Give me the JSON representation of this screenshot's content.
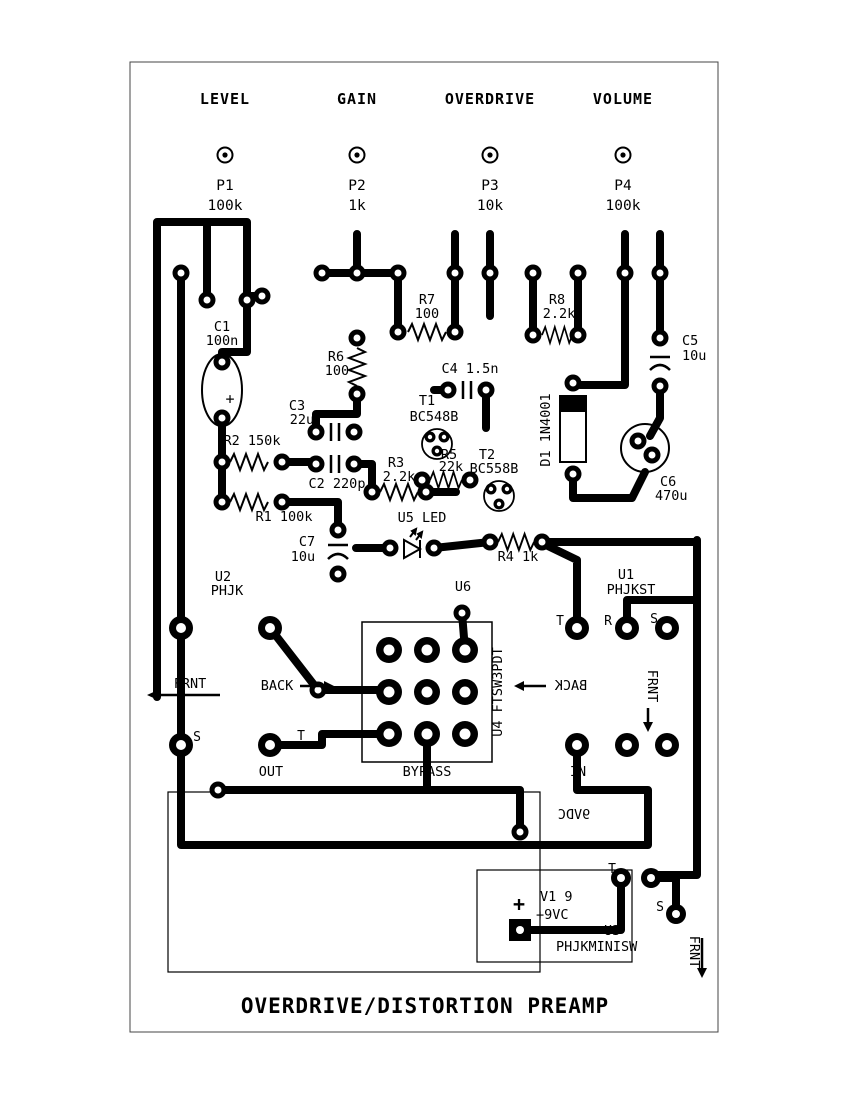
{
  "title": "OVERDRIVE/DISTORTION PREAMP",
  "pots": [
    {
      "func": "LEVEL",
      "ref": "P1",
      "value": "100k"
    },
    {
      "func": "GAIN",
      "ref": "P2",
      "value": "1k"
    },
    {
      "func": "OVERDRIVE",
      "ref": "P3",
      "value": "10k"
    },
    {
      "func": "VOLUME",
      "ref": "P4",
      "value": "100k"
    }
  ],
  "comp": {
    "c1_ref": "C1",
    "c1_val": "100n",
    "c2": "C2 220p",
    "c3_ref": "C3",
    "c3_val": "22u",
    "c4": "C4 1.5n",
    "c5_ref": "C5",
    "c5_val": "10u",
    "c6_ref": "C6",
    "c6_val": "470u",
    "c7_ref": "C7",
    "c7_val": "10u",
    "r1": "R1 100k",
    "r2": "R2 150k",
    "r3_ref": "R3",
    "r3_val": "2.2k",
    "r4": "R4 1k",
    "r5_ref": "R5",
    "r5_val": "22k",
    "r6_ref": "R6",
    "r6_val": "100",
    "r7_ref": "R7",
    "r7_val": "100",
    "r8_ref": "R8",
    "r8_val": "2.2k",
    "t1_ref": "T1",
    "t1_val": "BC548B",
    "t2_ref": "T2",
    "t2_val": "BC558B",
    "d1": "D1 1N4001",
    "u1_ref": "U1",
    "u1_val": "PHJKST",
    "u2_ref": "U2",
    "u2_val": "PHJK",
    "u3_ref": "U3",
    "u3_val": "PHJKMINISW",
    "u4": "U4 FTSW3PDT",
    "u5": "U5 LED",
    "u6": "U6",
    "v1_ref": "V1 9",
    "v1_val": "+9VC"
  },
  "labels": {
    "frnt": "FRNT",
    "back": "BACK",
    "out": "OUT",
    "jack_in": "IN",
    "bypass": "BYPASS",
    "power": "9VDC",
    "s": "S",
    "t": "T",
    "r": "R",
    "plus": "+"
  }
}
